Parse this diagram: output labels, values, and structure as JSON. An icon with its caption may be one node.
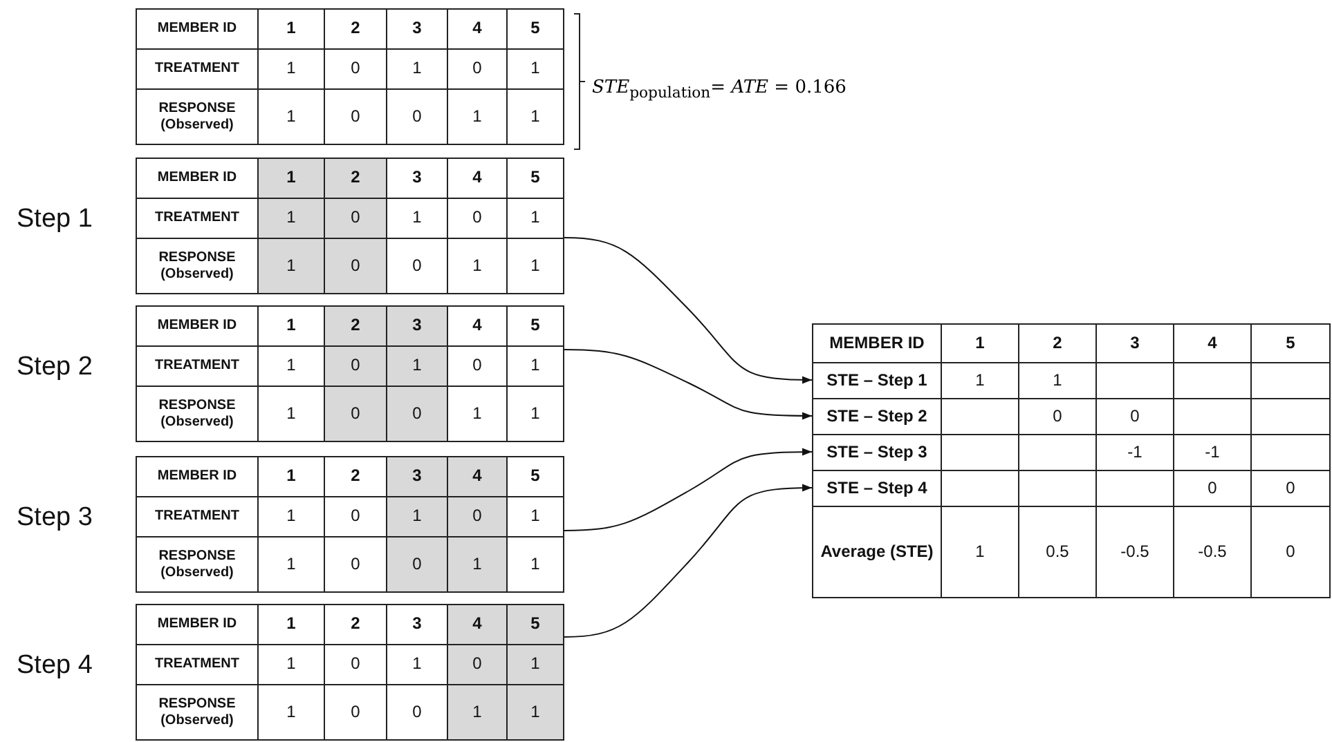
{
  "diagram": {
    "nodes": [
      {
        "text": [
          "MEMBER ID",
          "1",
          "2",
          "3",
          "4",
          "5",
          "TREATMENT",
          "1",
          "0",
          "1",
          "0",
          "1",
          "RESPONSE (Observed)",
          "1",
          "0",
          "0",
          "1",
          "1"
        ],
        "beside": [
          "*STE*$_{population}$= *ATE* = 0.166"
        ]
      },
      {
        "text": [
          "MEMBER ID",
          "1",
          "2",
          "3",
          "4",
          "5",
          "TREATMENT",
          "1",
          "0",
          "1",
          "0",
          "1",
          "RESPONSE (Observed)",
          "1",
          "0",
          "0",
          "1",
          "1"
        ],
        "beside": [
          "Step 1"
        ]
      },
      {
        "text": [
          "MEMBER ID",
          "1",
          "2",
          "3",
          "4",
          "5",
          "TREATMENT",
          "1",
          "0",
          "1",
          "0",
          "1",
          "RESPONSE (Observed)",
          "1",
          "0",
          "0",
          "1",
          "1"
        ],
        "beside": [
          "Step 2"
        ]
      },
      {
        "text": [
          "MEMBER ID",
          "1",
          "2",
          "3",
          "4",
          "5",
          "TREATMENT",
          "1",
          "0",
          "1",
          "0",
          "1",
          "RESPONSE (Observed)",
          "1",
          "0",
          "0",
          "1",
          "1"
        ],
        "beside": [
          "Step 3"
        ]
      },
      {
        "text": [
          "MEMBER ID",
          "1",
          "2",
          "3",
          "4",
          "5",
          "TREATMENT",
          "1",
          "0",
          "1",
          "0",
          "1",
          "RESPONSE (Observed)",
          "1",
          "0",
          "0",
          "1",
          "1"
        ],
        "beside": [
          "Step 4"
        ]
      },
      {
        "text": [
          "MEMBER ID",
          "1",
          "2",
          "3",
          "4",
          "5"
        ]
      },
      {
        "text": [
          "STE – Step 1",
          "1",
          "1"
        ]
      },
      {
        "text": [
          "STE – Step 2",
          "0",
          "0"
        ]
      },
      {
        "text": [
          "STE – Step 3",
          "-1",
          "-1"
        ]
      },
      {
        "text": [
          "STE – Step 4",
          "0",
          "0"
        ]
      },
      {
        "text": [
          "Average (STE)",
          "1",
          "0.5",
          "-0.5",
          "-0.5",
          "0"
        ]
      }
    ],
    "edges": [
      {
        "from": 1,
        "to": 6,
        "arrow": "to"
      },
      {
        "from": 2,
        "to": 7,
        "arrow": "to"
      },
      {
        "from": 3,
        "to": 8,
        "arrow": "to"
      },
      {
        "from": 4,
        "to": 9,
        "arrow": "to"
      }
    ]
  }
}
